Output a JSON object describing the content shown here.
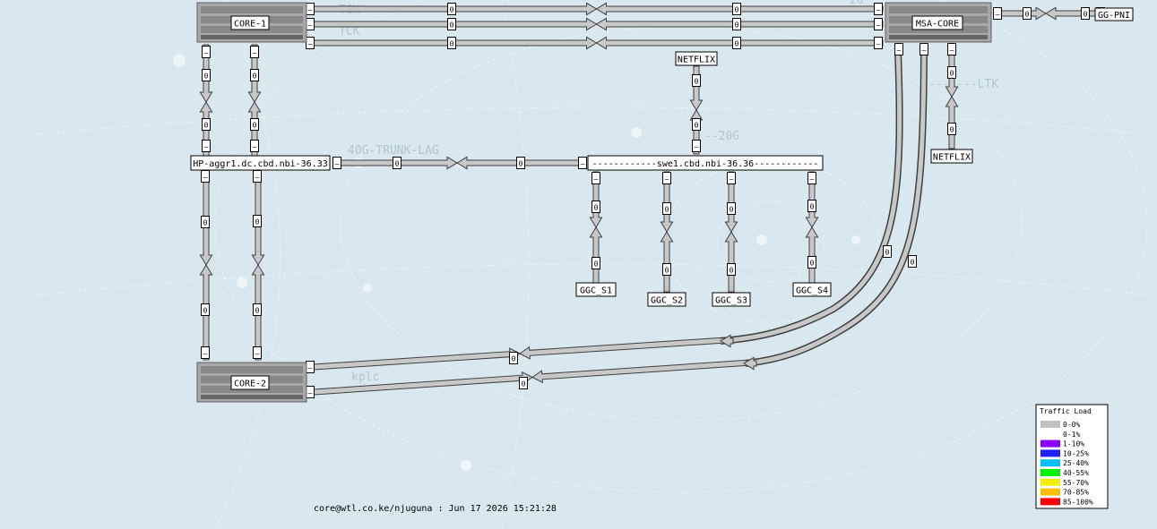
{
  "colors": {
    "background": "#d8e8ee",
    "link_fill": "#c8c8c8",
    "link_stroke": "#404040",
    "node_bg": "#ffffff",
    "faint_text": "#b4c4cc"
  },
  "nodes": {
    "core1": "CORE-1",
    "core2": "CORE-2",
    "msa_core": "MSA-CORE",
    "gg_pni": "GG-PNI",
    "netflix_top": "NETFLIX",
    "netflix_right": "NETFLIX",
    "hp_aggr": "HP-aggr1.dc.cbd.nbi-36.33",
    "swe1": "------------swe1.cbd.nbi-36.36------------",
    "ggc_s1": "GGC_S1",
    "ggc_s2": "GGC_S2",
    "ggc_s3": "GGC_S3",
    "ggc_s4": "GGC_S4"
  },
  "link_labels": {
    "trunk_lag": "40G-TRUNK-LAG",
    "tg20": "--20G",
    "ltk_right": "--------LTK",
    "kplc": "kplc",
    "tck": "TCK",
    "top_partial": "TCK",
    "top_right_partial": "20"
  },
  "bw": {
    "zero": "0",
    "dash": "–"
  },
  "legend": {
    "title": "Traffic Load",
    "items": [
      {
        "label": "0-0%",
        "color": "#c0c0c0"
      },
      {
        "label": "0-1%",
        "color": "#ffffff"
      },
      {
        "label": "1-10%",
        "color": "#8c00ff"
      },
      {
        "label": "10-25%",
        "color": "#2020ff"
      },
      {
        "label": "25-40%",
        "color": "#00c0ff"
      },
      {
        "label": "40-55%",
        "color": "#00f000"
      },
      {
        "label": "55-70%",
        "color": "#f0f000"
      },
      {
        "label": "70-85%",
        "color": "#ffc000"
      },
      {
        "label": "85-100%",
        "color": "#ff0000"
      }
    ]
  },
  "footer": {
    "timestamp": "core@wtl.co.ke/njuguna : Jun 17 2026 15:21:28"
  }
}
